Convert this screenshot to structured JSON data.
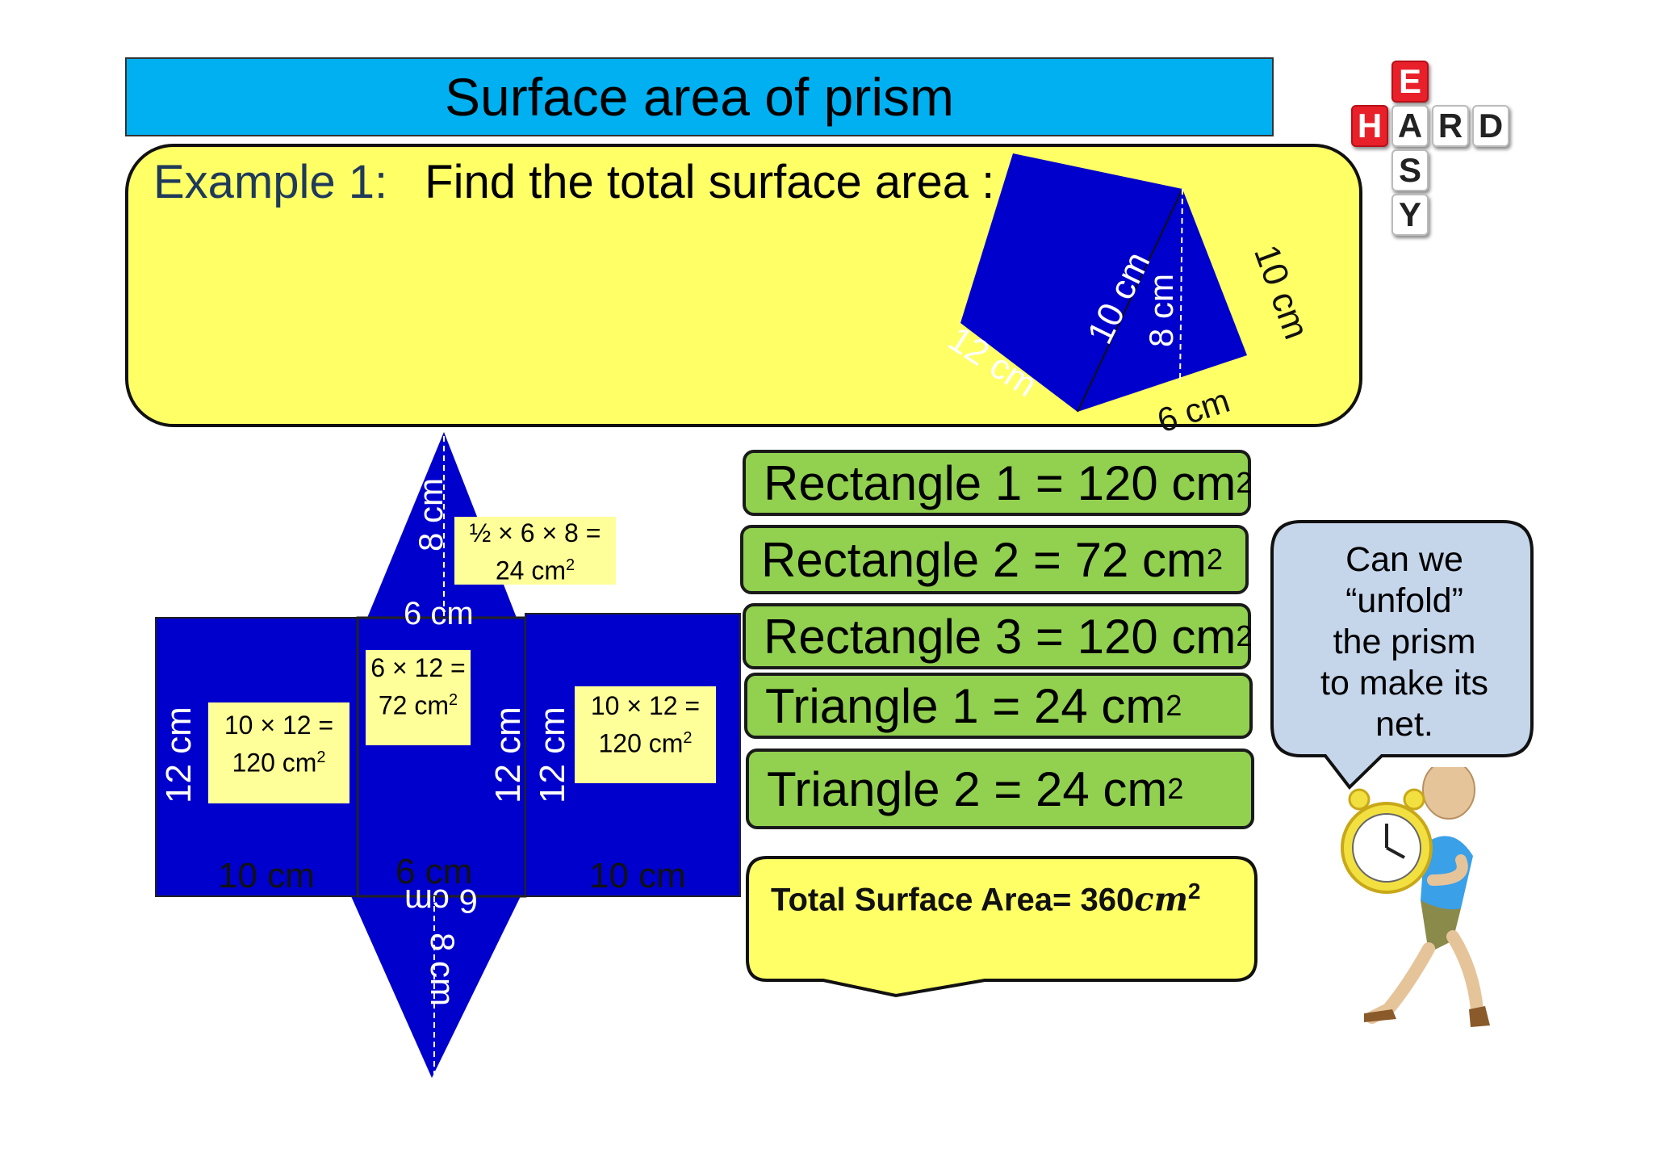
{
  "title": "Surface area of prism",
  "example": {
    "label": "Example 1:",
    "question": "Find the total surface area :"
  },
  "prism_labels": {
    "length": "12 cm",
    "slant": "10 cm",
    "height": "8 cm",
    "side": "10 cm",
    "base": "6 cm"
  },
  "net": {
    "top_triangle_height": "8 cm",
    "top_triangle_base": "6 cm",
    "triangle_calc_line1": "½ × 6 × 8 =",
    "triangle_calc_line2": "24 cm",
    "triangle_calc_sup": "2",
    "left_rect_height": "12 cm",
    "left_rect_width": "10 cm",
    "left_calc_line1": "10 × 12 =",
    "left_calc_line2": "120 cm",
    "left_calc_sup": "2",
    "middle_calc_line1": "6 × 12 =",
    "middle_calc_line2": "72 cm",
    "middle_calc_sup": "2",
    "middle_rect_height": "12 cm",
    "middle_rect_width": "6 cm",
    "right_rect_height": "12 cm",
    "right_rect_width": "10 cm",
    "right_calc_line1": "10 × 12 =",
    "right_calc_line2": "120 cm",
    "right_calc_sup": "2",
    "bottom_triangle_base": "6 cm",
    "bottom_triangle_height": "8 cm"
  },
  "results": [
    {
      "label": "Rectangle 1 = 120 cm",
      "sup": "2"
    },
    {
      "label": "Rectangle 2 = 72 cm",
      "sup": "2"
    },
    {
      "label": "Rectangle 3 = 120 cm",
      "sup": "2"
    },
    {
      "label": "Triangle 1 = 24 cm",
      "sup": "2"
    },
    {
      "label": "Triangle 2 = 24 cm",
      "sup": "2"
    }
  ],
  "total": {
    "label": "Total Surface Area= 360",
    "unit": "cm",
    "sup": "2"
  },
  "speech": {
    "lines": [
      "Can we",
      "“unfold”",
      "the prism",
      "to make its",
      "net."
    ]
  },
  "logo": {
    "letters": [
      "E",
      "H",
      "A",
      "R",
      "D",
      "S",
      "Y"
    ]
  },
  "colors": {
    "title_bg": "#00b0f0",
    "example_bg": "#ffff66",
    "net_blue": "#0000cc",
    "result_green": "#92d050",
    "note_yellow": "#ffff99",
    "speech_bg": "#c5d5ea"
  }
}
